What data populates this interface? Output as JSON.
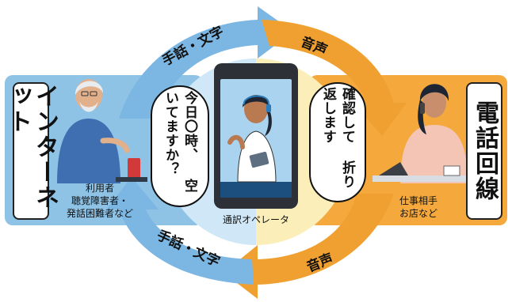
{
  "left_panel": {
    "title": "インターネット",
    "user_label": "利用者",
    "user_sub_1": "聴覚障害者・",
    "user_sub_2": "発話困難者など"
  },
  "right_panel": {
    "title": "電話回線",
    "business_label_1": "仕事相手",
    "business_label_2": "お店など"
  },
  "center": {
    "operator_label": "通訳オペレータ"
  },
  "bubbles": {
    "left_line_1": "今日〇時、",
    "left_line_2": "空いてますか？",
    "right_line_1": "確認して",
    "right_line_2": "折り返します"
  },
  "arrows": {
    "top_left": "手話・文字",
    "top_right": "音声",
    "bottom_left": "手話・文字",
    "bottom_right": "音声"
  },
  "colors": {
    "blue_panel": "#8fc3e6",
    "blue_arrow": "#7cb6e2",
    "orange_panel": "#f5a93c",
    "orange_arrow": "#f0a030"
  }
}
